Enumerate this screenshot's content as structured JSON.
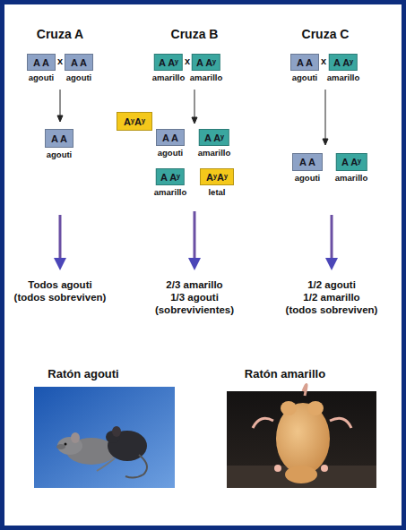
{
  "diagram": {
    "nodes": [
      {
        "text": [
          "A A",
          "agouti"
        ]
      },
      {
        "text": [
          "A A",
          "agouti"
        ]
      },
      {
        "text": [
          "A Aʸ",
          "amarillo"
        ]
      },
      {
        "text": [
          "A Aʸ",
          "amarillo"
        ]
      },
      {
        "text": [
          "A A",
          "agouti"
        ]
      },
      {
        "text": [
          "A Aʸ",
          "amarillo"
        ]
      },
      {
        "text": [
          "AʸAʸ"
        ]
      },
      {
        "text": [
          "A A",
          "agouti"
        ]
      },
      {
        "text": [
          "A A",
          "agouti"
        ]
      },
      {
        "text": [
          "A Aʸ",
          "amarillo"
        ]
      },
      {
        "text": [
          "A Aʸ",
          "amarillo"
        ]
      },
      {
        "text": [
          "AʸAʸ",
          "letal"
        ]
      },
      {
        "text": [
          "A A",
          "agouti"
        ]
      },
      {
        "text": [
          "A Aʸ",
          "amarillo"
        ]
      }
    ],
    "labels": [
      "Cruza A",
      "Cruza B",
      "Cruza C",
      "x",
      "x",
      "x",
      "Todos agouti",
      "(todos sobreviven)",
      "2/3 amarillo",
      "1/3 agouti",
      "(sobrevivientes)",
      "1/2 agouti",
      "1/2 amarillo",
      "(todos sobreviven)",
      "Ratón agouti",
      "Ratón amarillo"
    ]
  }
}
